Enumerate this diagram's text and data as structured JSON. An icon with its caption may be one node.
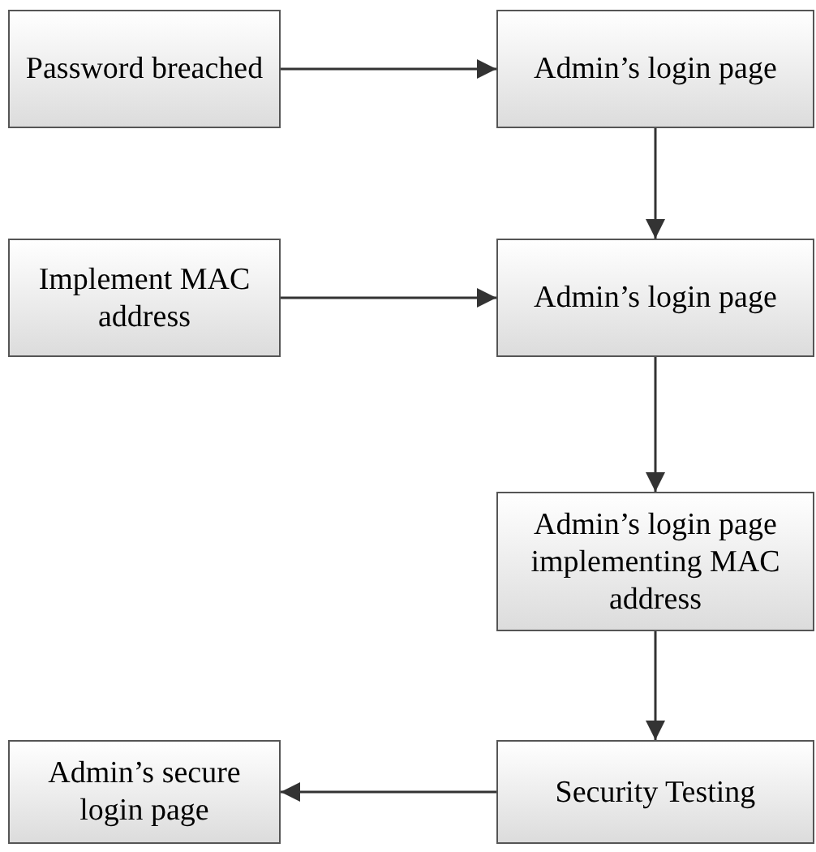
{
  "diagram": {
    "nodes": [
      {
        "text": [
          "Password breached"
        ]
      },
      {
        "text": [
          "Admin’s login page"
        ]
      },
      {
        "text": [
          "Implement MAC address"
        ]
      },
      {
        "text": [
          "Admin’s login page"
        ]
      },
      {
        "text": [
          "Admin’s login page implementing MAC address"
        ]
      },
      {
        "text": [
          "Security Testing"
        ]
      },
      {
        "text": [
          "Admin’s secure login page"
        ]
      }
    ],
    "edges": [
      {
        "from": 0,
        "to": 1,
        "arrow": "to"
      },
      {
        "from": 1,
        "to": 3,
        "arrow": "to"
      },
      {
        "from": 2,
        "to": 3,
        "arrow": "to"
      },
      {
        "from": 3,
        "to": 4,
        "arrow": "to"
      },
      {
        "from": 4,
        "to": 5,
        "arrow": "to"
      },
      {
        "from": 5,
        "to": 6,
        "arrow": "to"
      }
    ]
  }
}
